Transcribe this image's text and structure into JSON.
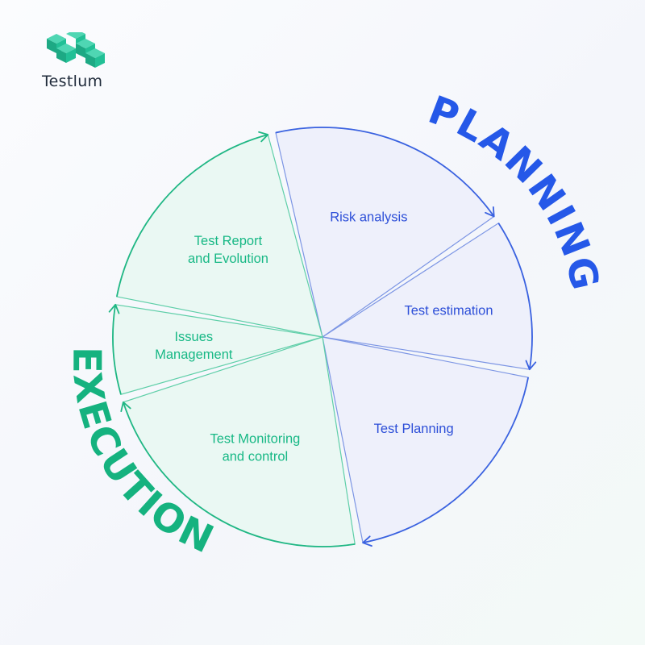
{
  "brand": {
    "name": "Testlum",
    "logo_icon": "testlum-cube-logo-icon"
  },
  "phases": {
    "planning": {
      "label": "PLANNING",
      "color": "#2558e8"
    },
    "execution": {
      "label": "EXECUTION",
      "color": "#15b27f"
    }
  },
  "segments": [
    {
      "label_lines": [
        "Risk analysis"
      ],
      "phase": "planning"
    },
    {
      "label_lines": [
        "Test estimation"
      ],
      "phase": "planning"
    },
    {
      "label_lines": [
        "Test Planning"
      ],
      "phase": "planning"
    },
    {
      "label_lines": [
        "Test Monitoring",
        "and control"
      ],
      "phase": "execution"
    },
    {
      "label_lines": [
        "Issues",
        "Management"
      ],
      "phase": "execution"
    },
    {
      "label_lines": [
        "Test Report",
        "and Evolution"
      ],
      "phase": "execution"
    }
  ]
}
